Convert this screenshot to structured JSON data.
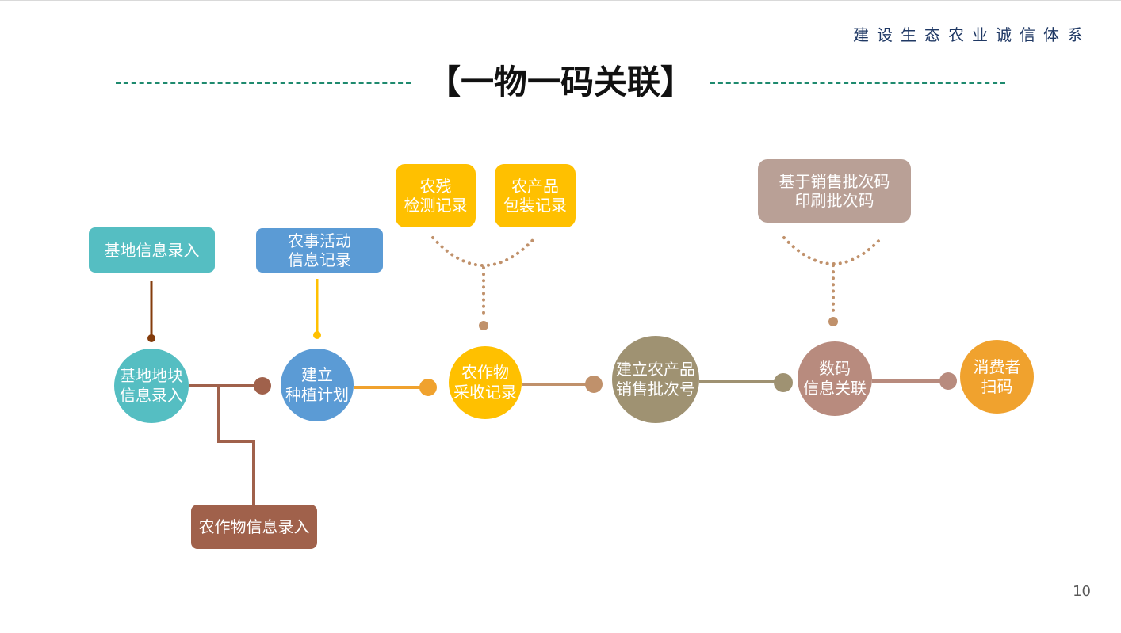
{
  "header": {
    "slogan": "建设生态农业诚信体系",
    "title": "【一物一码关联】"
  },
  "page_number": "10",
  "colors": {
    "teal": "#55bec2",
    "blue": "#5b9bd5",
    "gold": "#ffc000",
    "olive": "#9f9272",
    "mauve": "#b88b7e",
    "orange": "#f0a22e",
    "brown": "#a0614b",
    "taupe": "#b9a096",
    "dot": "#c0916b",
    "divider": "#1e8a6e"
  },
  "flow": {
    "nodes": [
      {
        "id": "base-plot",
        "label": "基地地块\n信息录入"
      },
      {
        "id": "planting-plan",
        "label": "建立\n种植计划"
      },
      {
        "id": "harvest-record",
        "label": "农作物\n采收记录"
      },
      {
        "id": "sales-batch",
        "label": "建立农产品\n销售批次号"
      },
      {
        "id": "digital-link",
        "label": "数码\n信息关联"
      },
      {
        "id": "consumer-scan",
        "label": "消费者\n扫码"
      }
    ],
    "boxes": [
      {
        "id": "base-info",
        "label": "基地信息录入"
      },
      {
        "id": "farming-record",
        "label": "农事活动\n信息记录"
      },
      {
        "id": "residue-record",
        "label": "农残\n检测记录"
      },
      {
        "id": "packaging-record",
        "label": "农产品\n包装记录"
      },
      {
        "id": "batch-print",
        "label": "基于销售批次码\n印刷批次码"
      },
      {
        "id": "crop-info",
        "label": "农作物信息录入"
      }
    ]
  }
}
